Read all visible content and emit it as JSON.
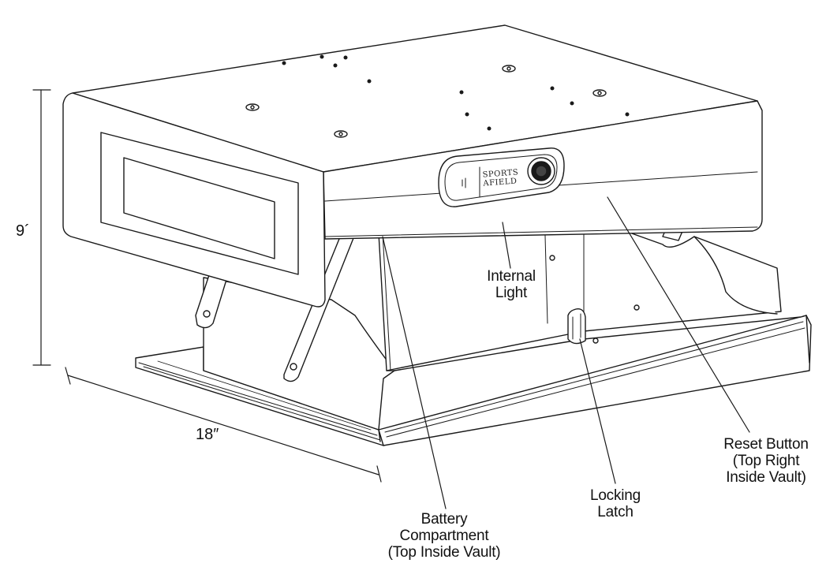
{
  "brand": {
    "line1": "SPORTS",
    "line2": "AFIELD"
  },
  "dimensions": {
    "height": "9´",
    "width": "18″"
  },
  "callouts": {
    "internal_light": [
      "Internal",
      "Light"
    ],
    "reset_button": [
      "Reset Button",
      "(Top Right",
      "Inside Vault)"
    ],
    "locking_latch": [
      "Locking",
      "Latch"
    ],
    "battery_compartment": [
      "Battery",
      "Compartment",
      "(Top Inside Vault)"
    ]
  },
  "colors": {
    "line": "#1a1a1a",
    "fill": "#ffffff"
  }
}
